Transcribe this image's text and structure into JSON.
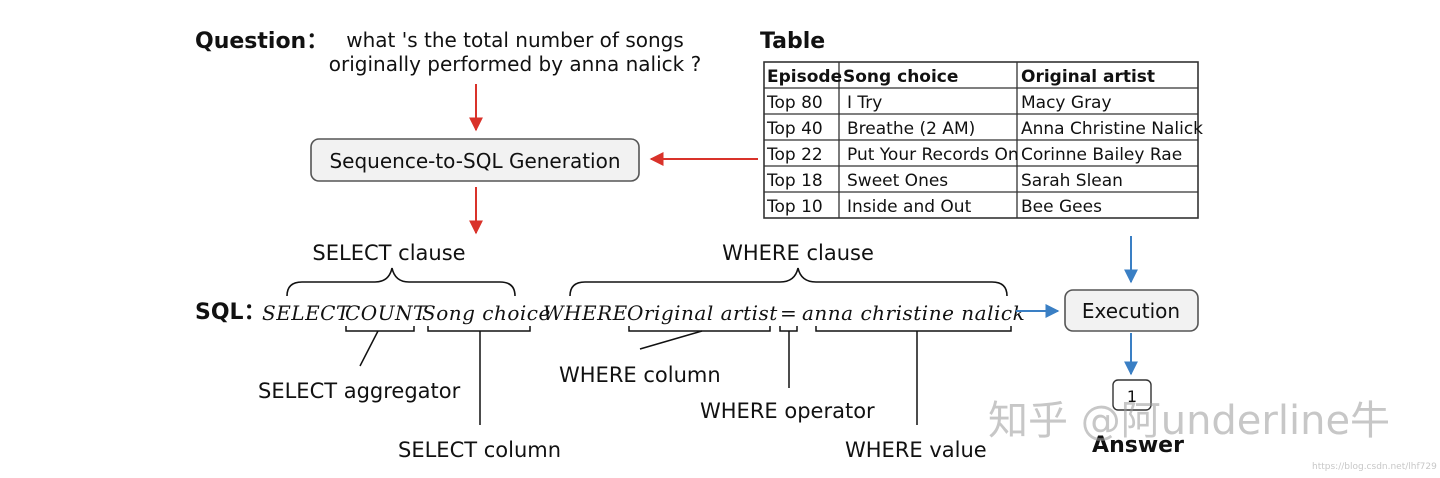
{
  "question": {
    "label": "Question：",
    "line1": "what 's the total number of songs",
    "line2": "originally performed by anna nalick ?"
  },
  "table": {
    "title": "Table",
    "headers": [
      "Episode",
      "Song choice",
      "Original artist"
    ],
    "rows": [
      [
        "Top 80",
        "I Try",
        "Macy Gray"
      ],
      [
        "Top 40",
        "Breathe (2 AM)",
        "Anna Christine Nalick"
      ],
      [
        "Top 22",
        "Put Your Records On",
        "Corinne Bailey Rae"
      ],
      [
        "Top 18",
        "Sweet Ones",
        "Sarah Slean"
      ],
      [
        "Top 10",
        "Inside and Out",
        "Bee Gees"
      ]
    ]
  },
  "generation_box": "Sequence-to-SQL Generation",
  "select_clause_label": "SELECT clause",
  "where_clause_label": "WHERE clause",
  "sql": {
    "label": "SQL：",
    "tokens": {
      "select": "SELECT",
      "count": "COUNT",
      "song_choice": "Song choice",
      "where": "WHERE",
      "original_artist": "Original artist",
      "eq": "=",
      "value": "anna christine nalick"
    }
  },
  "annotations": {
    "select_aggregator": "SELECT aggregator",
    "select_column": "SELECT column",
    "where_column": "WHERE column",
    "where_operator": "WHERE operator",
    "where_value": "WHERE value"
  },
  "execution_box": "Execution",
  "answer": {
    "value": "1",
    "label": "Answer"
  },
  "watermark": {
    "main": "知乎 @阿underline牛",
    "url": "https://blog.csdn.net/lhf729"
  },
  "colors": {
    "red_arrow": "#d9322a",
    "blue_arrow": "#3a7fc4",
    "box_fill": "#f2f2f2",
    "box_stroke": "#555555"
  }
}
